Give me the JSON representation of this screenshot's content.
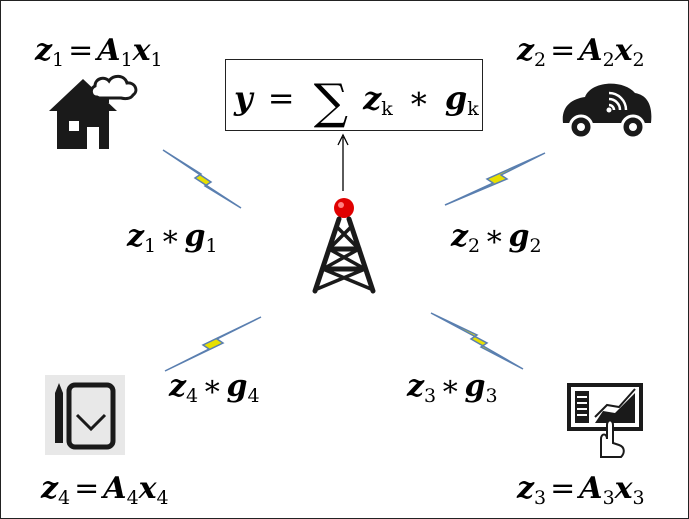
{
  "central_formula": {
    "lhs": "y",
    "equals": "=",
    "sum": "∑",
    "z": "z",
    "sub": "k",
    "conv": "∗",
    "g": "g",
    "sub2": "k"
  },
  "devices": [
    {
      "name": "home",
      "eq": {
        "z": "z",
        "zs": "1",
        "eqsign": "=",
        "A": "A",
        "As": "1",
        "x": "x",
        "xs": "1"
      },
      "signal": {
        "z": "z",
        "zs": "1",
        "conv": "∗",
        "g": "g",
        "gs": "1"
      }
    },
    {
      "name": "car",
      "eq": {
        "z": "z",
        "zs": "2",
        "eqsign": "=",
        "A": "A",
        "As": "2",
        "x": "x",
        "xs": "2"
      },
      "signal": {
        "z": "z",
        "zs": "2",
        "conv": "∗",
        "g": "g",
        "gs": "2"
      }
    },
    {
      "name": "screen",
      "eq": {
        "z": "z",
        "zs": "3",
        "eqsign": "=",
        "A": "A",
        "As": "3",
        "x": "x",
        "xs": "3"
      },
      "signal": {
        "z": "z",
        "zs": "3",
        "conv": "∗",
        "g": "g",
        "gs": "3"
      }
    },
    {
      "name": "tablet",
      "eq": {
        "z": "z",
        "zs": "4",
        "eqsign": "=",
        "A": "A",
        "As": "4",
        "x": "x",
        "xs": "4"
      },
      "signal": {
        "z": "z",
        "zs": "4",
        "conv": "∗",
        "g": "g",
        "gs": "4"
      }
    }
  ],
  "colors": {
    "bolt_fill": "#e8e000",
    "bolt_edge": "#5a7fb0",
    "tower": "#1a1a1a",
    "antenna_tip": "#e00000"
  }
}
